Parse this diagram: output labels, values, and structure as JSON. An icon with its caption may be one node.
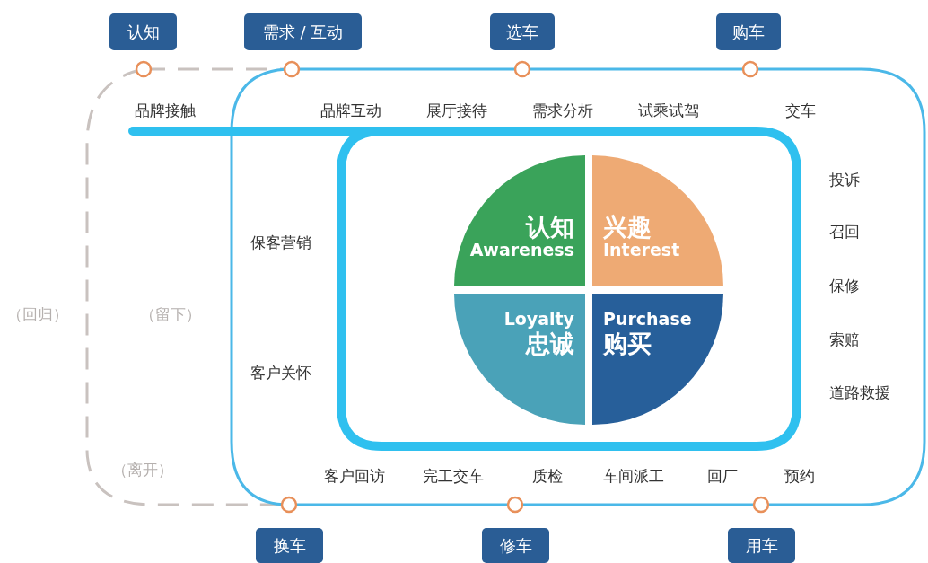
{
  "diagram": {
    "nodes": [
      {
        "text": [
          "认知"
        ]
      },
      {
        "text": [
          "需求 / 互动"
        ]
      },
      {
        "text": [
          "选车"
        ]
      },
      {
        "text": [
          "购车"
        ]
      },
      {
        "text": [
          "认知",
          "Awareness"
        ]
      },
      {
        "text": [
          "兴趣",
          "Interest"
        ]
      },
      {
        "text": [
          "Loyalty",
          "忠诚"
        ]
      },
      {
        "text": [
          "Purchase",
          "购买"
        ]
      },
      {
        "text": [
          "换车"
        ]
      },
      {
        "text": [
          "修车"
        ]
      },
      {
        "text": [
          "用车"
        ]
      }
    ],
    "labels": [
      "品牌接触",
      "品牌互动",
      "展厅接待",
      "需求分析",
      "试乘试驾",
      "交车",
      "投诉",
      "保客营销",
      "召回",
      "保修",
      "（回归）",
      "（留下）",
      "索赔",
      "客户关怀",
      "道路救援",
      "（离开）",
      "客户回访",
      "完工交车",
      "质检",
      "车间派工",
      "回厂",
      "预约"
    ]
  }
}
